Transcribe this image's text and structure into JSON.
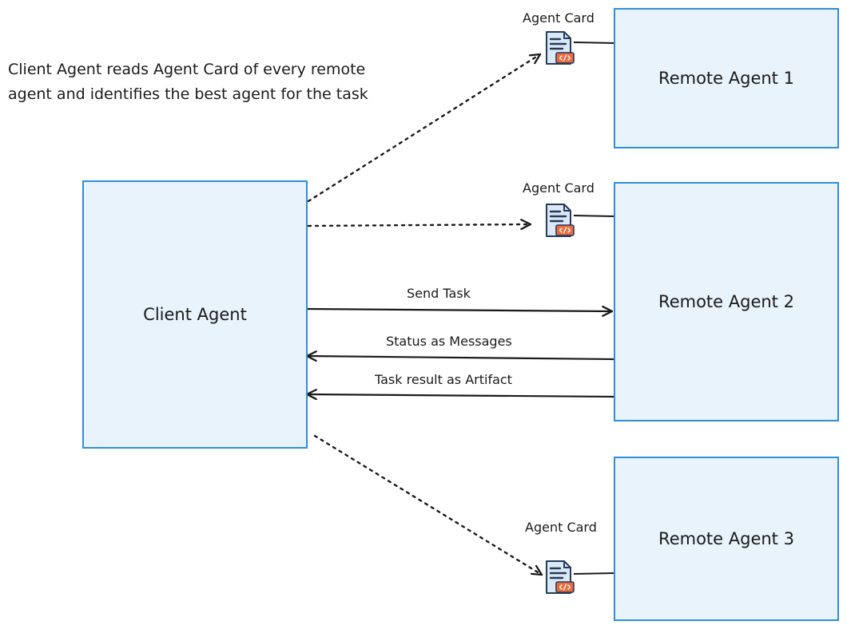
{
  "note": {
    "line1": "Client Agent reads Agent Card of every remote",
    "line2": "agent and identifies the best agent for the task"
  },
  "client_agent": {
    "label": "Client Agent"
  },
  "remote_agents": [
    {
      "label": "Remote Agent 1",
      "card_label": "Agent Card"
    },
    {
      "label": "Remote Agent 2",
      "card_label": "Agent Card"
    },
    {
      "label": "Remote Agent 3",
      "card_label": "Agent Card"
    }
  ],
  "messages": {
    "send_task": "Send Task",
    "status": "Status as Messages",
    "result": "Task result as Artifact"
  },
  "colors": {
    "box_fill": "#e8f3fb",
    "box_border": "#2f8fd8",
    "line": "#1a1a1a",
    "card_fill": "#dbe8f5",
    "card_stroke": "#253b5b",
    "code_badge": "#f06a3a"
  },
  "icons": {
    "card": "agent-card-document-icon"
  }
}
